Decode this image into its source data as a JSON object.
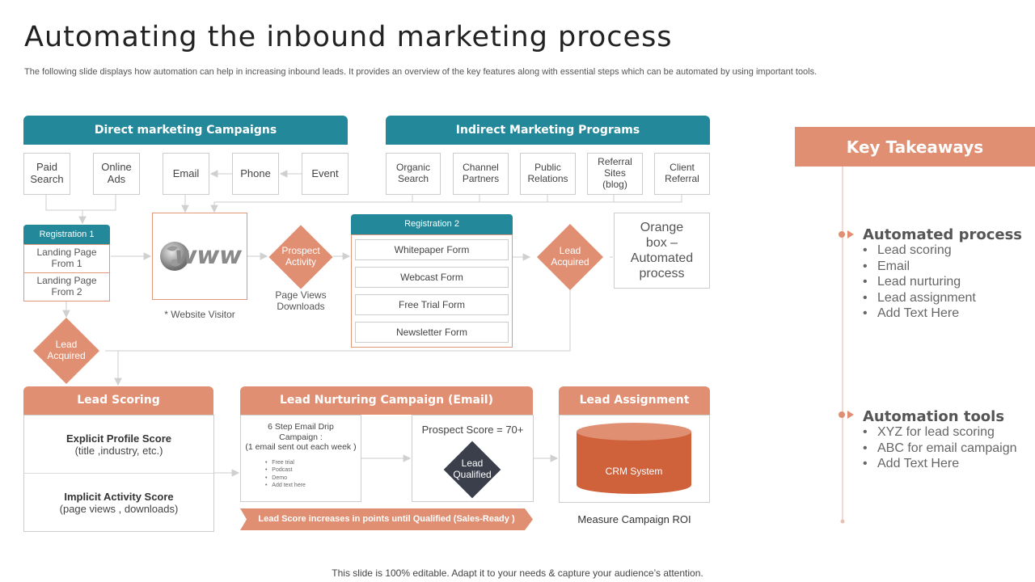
{
  "header": {
    "title": "Automating the inbound marketing process",
    "subtitle": "The following slide displays how automation can help in increasing inbound leads. It provides an overview of the key features along with essential steps which can be automated  by using important tools."
  },
  "direct": {
    "title": "Direct marketing Campaigns",
    "items": [
      "Paid\nSearch",
      "Online\nAds",
      "Email",
      "Phone",
      "Event"
    ]
  },
  "indirect": {
    "title": "Indirect Marketing Programs",
    "items": [
      "Organic\nSearch",
      "Channel\nPartners",
      "Public\nRelations",
      "Referral\nSites\n(blog)",
      "Client\nReferral"
    ]
  },
  "registration1": {
    "title": "Registration 1",
    "pages": [
      "Landing Page\nFrom 1",
      "Landing Page\nFrom 2"
    ]
  },
  "website": {
    "logo_text": "www",
    "caption": "* Website Visitor"
  },
  "prospect": {
    "label": "Prospect\nActivity",
    "caption": "Page Views\nDownloads"
  },
  "registration2": {
    "title": "Registration 2",
    "forms": [
      "Whitepaper Form",
      "Webcast Form",
      "Free Trial Form",
      "Newsletter Form"
    ]
  },
  "lead_acquired": {
    "label": "Lead\nAcquired"
  },
  "orange_box": {
    "text": "Orange\nbox –\nAutomated\nprocess"
  },
  "lead_scoring": {
    "title": "Lead Scoring",
    "explicit_title": "Explicit Profile Score",
    "explicit_sub": "(title ,industry, etc.)",
    "implicit_title": "Implicit Activity  Score",
    "implicit_sub": "(page views  , downloads)"
  },
  "nurturing": {
    "title": "Lead Nurturing Campaign (Email)",
    "drip_title": "6 Step Email  Drip\nCampaign  :\n(1 email sent out each week )",
    "drip_items": [
      "Free trial",
      "Podcast",
      "Demo",
      "Add text here"
    ],
    "prospect_score": "Prospect Score = 70+",
    "qualified": "Lead\nQualified",
    "banner": "Lead Score increases  in points until Qualified (Sales-Ready  )"
  },
  "assignment": {
    "title": "Lead Assignment",
    "crm": "CRM System",
    "caption": "Measure Campaign ROI"
  },
  "takeaways": {
    "title": "Key Takeaways",
    "groups": [
      {
        "heading": "Automated process",
        "items": [
          "Lead scoring",
          "Email",
          "Lead nurturing",
          "Lead assignment",
          "Add Text Here"
        ]
      },
      {
        "heading": "Automation tools",
        "items": [
          "XYZ  for lead scoring",
          "ABC for  email campaign",
          "Add Text Here"
        ]
      }
    ]
  },
  "footer": "This slide is 100% editable. Adapt it to your needs & capture your audience’s attention.",
  "colors": {
    "teal": "#23899a",
    "salmon": "#e08f72",
    "crm": "#d0623b",
    "dark": "#3a3f4b"
  }
}
